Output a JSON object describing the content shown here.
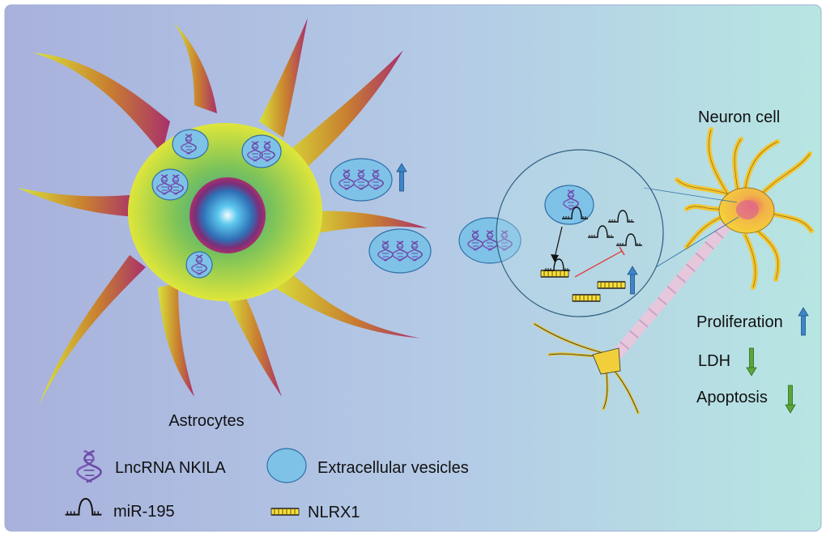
{
  "labels": {
    "astrocytes": "Astrocytes",
    "neuron_cell": "Neuron cell",
    "proliferation": "Proliferation",
    "ldh": "LDH",
    "apoptosis": "Apoptosis"
  },
  "legend": {
    "lncrna": "LncRNA NKILA",
    "ev": "Extracellular vesicles",
    "mirna": "miR-195",
    "nlrx1": "NLRX1"
  },
  "colors": {
    "bg_left": "#a9b3dc",
    "bg_right": "#b6e4e3",
    "astro_body": "#d8e43a",
    "astro_center": "#3aa89a",
    "astro_process_tip": "#a8306c",
    "nucleus_outer": "#8e2a78",
    "nucleus_inner": "#38b3e6",
    "vesicle_fill": "#7fc2e8",
    "vesicle_stroke": "#2f6fa8",
    "dna_color": "#7b5ab8",
    "up_arrow": "#3d86c6",
    "down_arrow": "#5aa63a",
    "neuron_body": "#f3c531",
    "inhibit_line": "#e04040"
  },
  "icons": {
    "lncrna": "dna-helix-icon",
    "ev": "vesicle-icon",
    "mirna": "hairpin-rna-icon",
    "nlrx1": "gene-bar-icon",
    "up": "up-arrow-icon",
    "down": "down-arrow-icon"
  }
}
